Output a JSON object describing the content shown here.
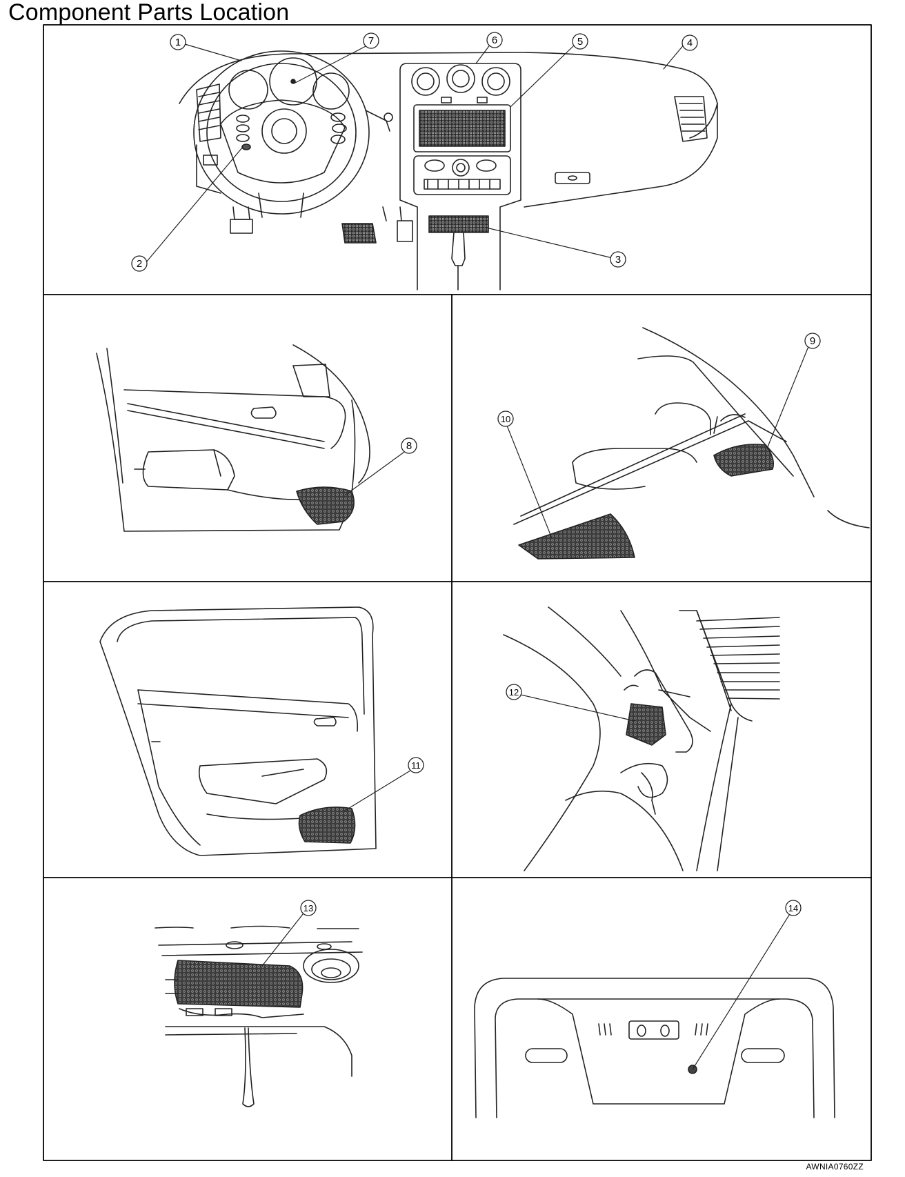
{
  "title": "Component Parts Location",
  "figure_code": "AWNIA0760ZZ",
  "callouts": [
    "1",
    "2",
    "3",
    "4",
    "5",
    "6",
    "7",
    "8",
    "9",
    "10",
    "11",
    "12",
    "13",
    "14"
  ]
}
